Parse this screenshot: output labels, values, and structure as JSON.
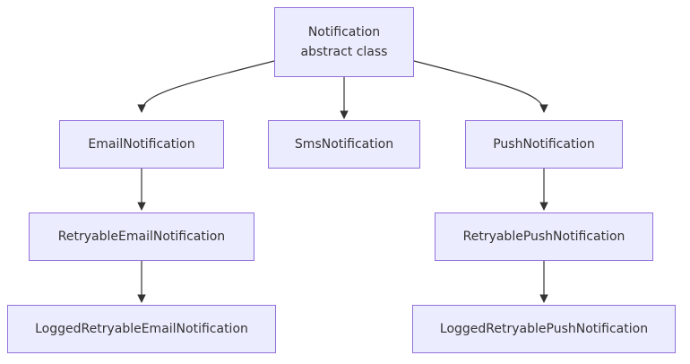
{
  "diagram": {
    "nodes": {
      "notification": {
        "line1": "Notification",
        "line2": "abstract class"
      },
      "email": {
        "label": "EmailNotification"
      },
      "sms": {
        "label": "SmsNotification"
      },
      "push": {
        "label": "PushNotification"
      },
      "retryable_email": {
        "label": "RetryableEmailNotification"
      },
      "retryable_push": {
        "label": "RetryablePushNotification"
      },
      "logged_retryable_email": {
        "label": "LoggedRetryableEmailNotification"
      },
      "logged_retryable_push": {
        "label": "LoggedRetryablePushNotification"
      }
    },
    "edges": [
      {
        "from": "notification",
        "to": "email"
      },
      {
        "from": "notification",
        "to": "sms"
      },
      {
        "from": "notification",
        "to": "push"
      },
      {
        "from": "email",
        "to": "retryable_email"
      },
      {
        "from": "retryable_email",
        "to": "logged_retryable_email"
      },
      {
        "from": "push",
        "to": "retryable_push"
      },
      {
        "from": "retryable_push",
        "to": "logged_retryable_push"
      }
    ],
    "colors": {
      "node_fill": "#ececff",
      "node_border": "#9370db",
      "edge": "#333333",
      "text": "#333333"
    }
  }
}
